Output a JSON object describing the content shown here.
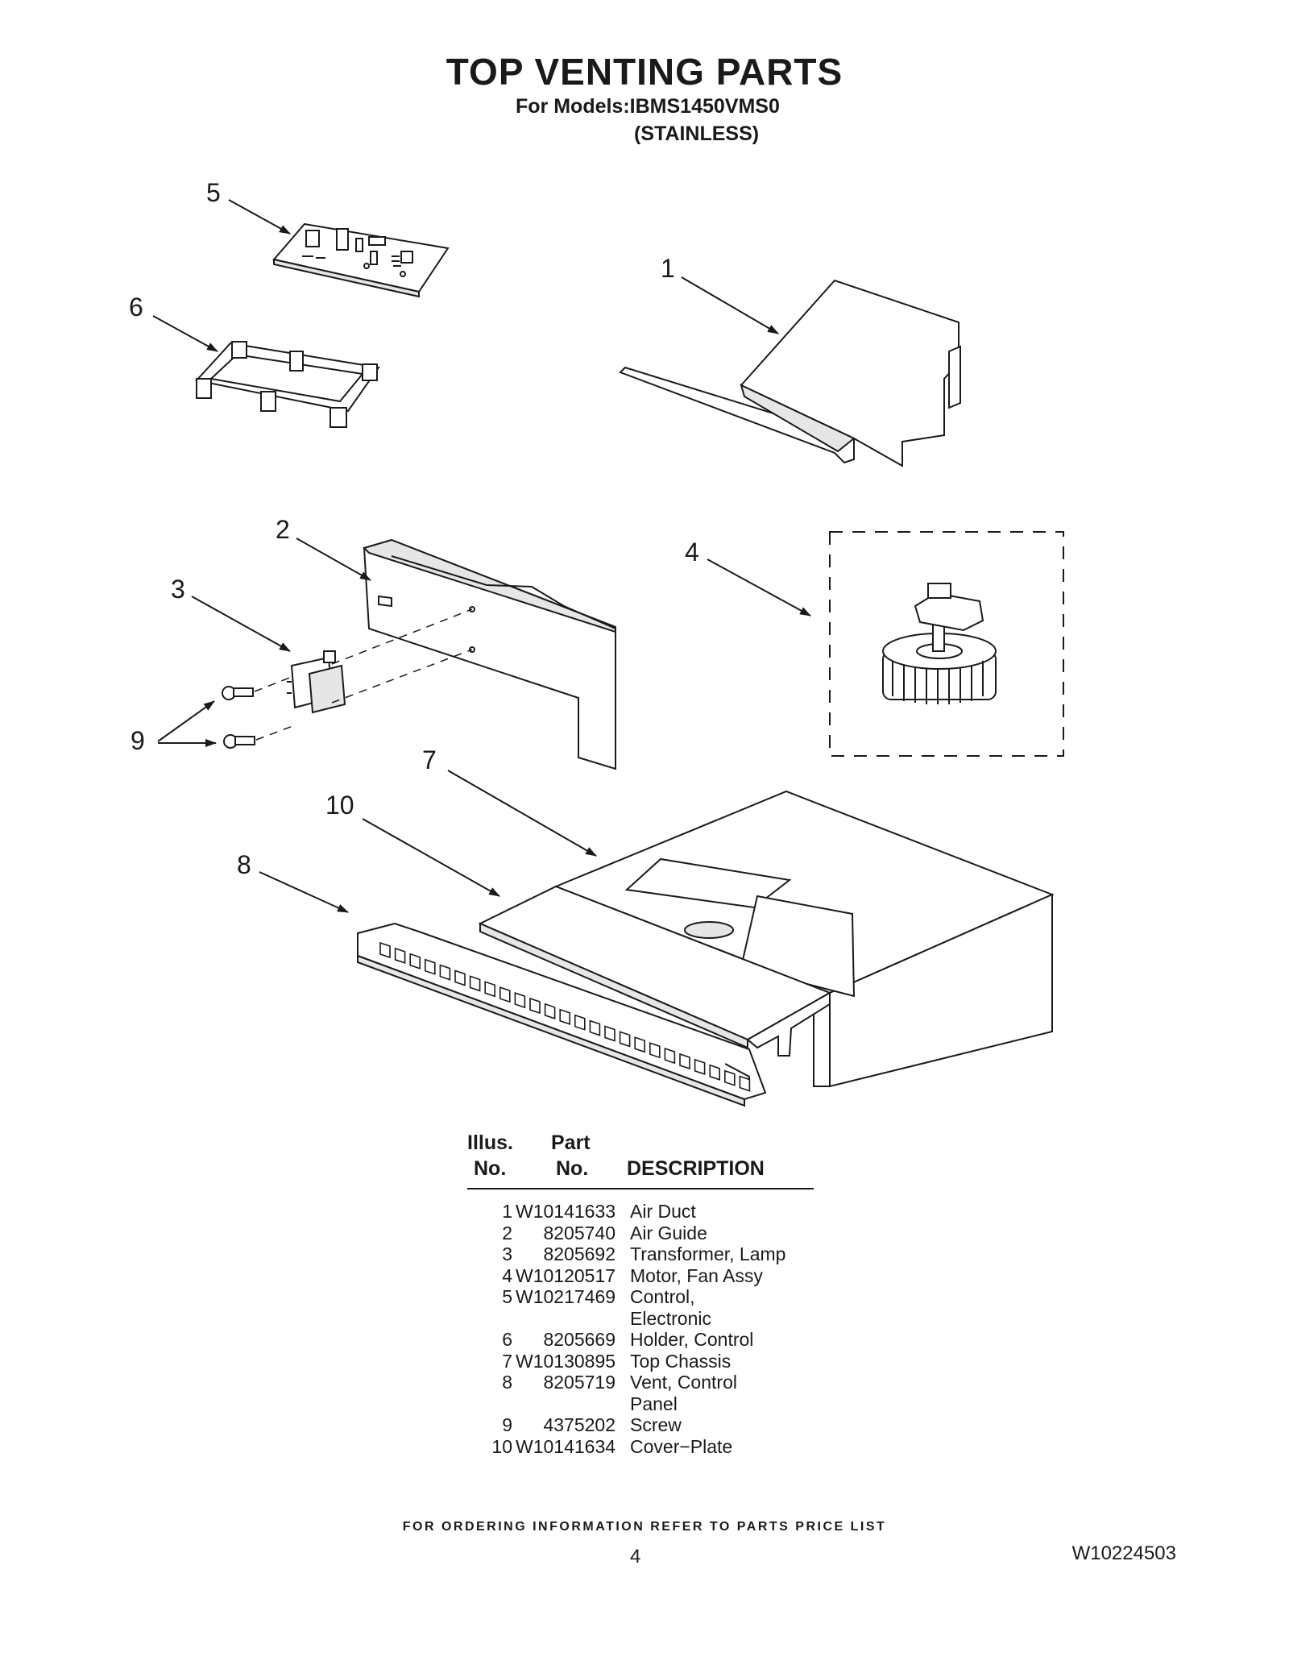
{
  "header": {
    "title": "TOP VENTING PARTS",
    "models_line": "For Models:IBMS1450VMS0",
    "finish_line": "(STAINLESS)"
  },
  "callouts": [
    "1",
    "2",
    "3",
    "4",
    "5",
    "6",
    "7",
    "8",
    "9",
    "10"
  ],
  "table": {
    "headers": {
      "illus_top": "Illus.",
      "illus_bottom": "No.",
      "part_top": "Part",
      "part_bottom": "No.",
      "description": "DESCRIPTION"
    },
    "rows": [
      {
        "no": "1",
        "part": "W10141633",
        "desc": "Air Duct",
        "desc2": ""
      },
      {
        "no": "2",
        "part": "8205740",
        "desc": "Air Guide",
        "desc2": ""
      },
      {
        "no": "3",
        "part": "8205692",
        "desc": "Transformer, Lamp",
        "desc2": ""
      },
      {
        "no": "4",
        "part": "W10120517",
        "desc": "Motor, Fan Assy",
        "desc2": ""
      },
      {
        "no": "5",
        "part": "W10217469",
        "desc": "Control,",
        "desc2": "Electronic"
      },
      {
        "no": "6",
        "part": "8205669",
        "desc": "Holder, Control",
        "desc2": ""
      },
      {
        "no": "7",
        "part": "W10130895",
        "desc": "Top Chassis",
        "desc2": ""
      },
      {
        "no": "8",
        "part": "8205719",
        "desc": "Vent, Control",
        "desc2": "Panel"
      },
      {
        "no": "9",
        "part": "4375202",
        "desc": "Screw",
        "desc2": ""
      },
      {
        "no": "10",
        "part": "W10141634",
        "desc": "Cover−Plate",
        "desc2": ""
      }
    ]
  },
  "footer": {
    "ordering_note": "FOR ORDERING INFORMATION REFER TO PARTS PRICE LIST",
    "page_number": "4",
    "document_number": "W10224503"
  }
}
